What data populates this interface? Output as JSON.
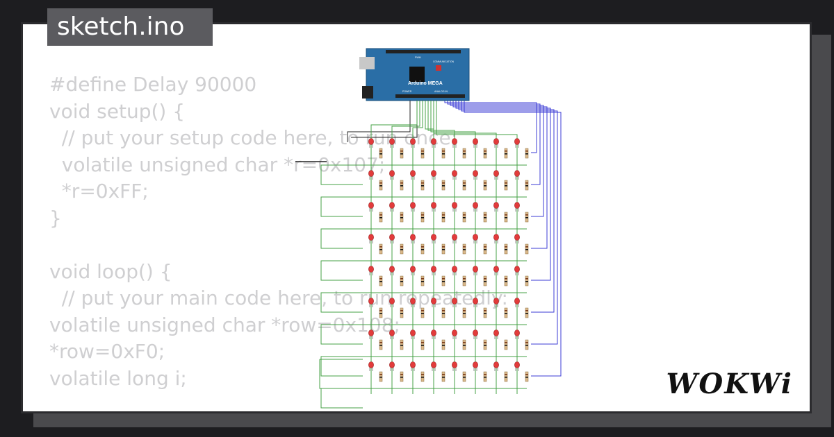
{
  "tab": {
    "title": "sketch.ino"
  },
  "code_lines": [
    "#define Delay 90000",
    "void setup() {",
    "  // put your setup code here, to run once:",
    "  volatile unsigned char *r=0x107;",
    "  *r=0xFF;",
    "}",
    "",
    "void loop() {",
    "  // put your main code here, to run repeatedly:",
    "volatile unsigned char *row=0x108;",
    "*row=0xF0;",
    "volatile long i;"
  ],
  "board": {
    "name": "Arduino MEGA",
    "label_small_1": "COMMUNICATION",
    "label_small_2": "POWER",
    "label_small_3": "ANALOG IN",
    "label_small_4": "PWM"
  },
  "matrix": {
    "rows": 8,
    "cols": 8
  },
  "colors": {
    "board": "#2a6ea6",
    "wire_green": "#46a046",
    "wire_blue": "#3b3bd6",
    "led": "#e23b3b",
    "code_text": "#cfcfd1",
    "tab_bg": "#5b5b5f"
  },
  "logo": {
    "text": "WOKWi"
  }
}
